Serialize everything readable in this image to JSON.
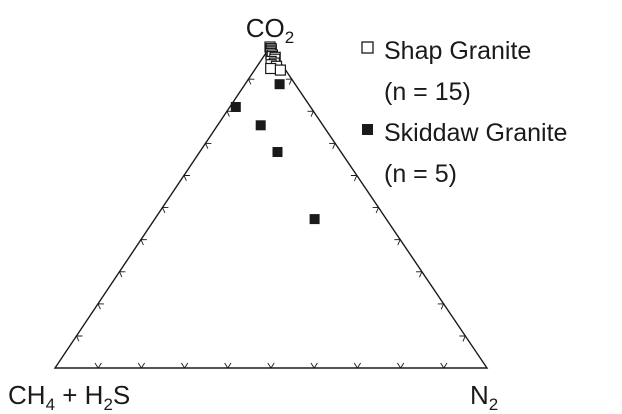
{
  "chart_data": {
    "type": "scatter",
    "coordinate_system": "ternary",
    "vertices": {
      "top": {
        "base": "CO",
        "sub": "2"
      },
      "left": {
        "parts": [
          {
            "base": "CH",
            "sub": "4"
          },
          {
            "base": " + H",
            "sub": "2"
          },
          {
            "base": "S",
            "sub": ""
          }
        ]
      },
      "right": {
        "base": "N",
        "sub": "2"
      }
    },
    "tick_fractions": [
      0.1,
      0.2,
      0.3,
      0.4,
      0.5,
      0.6,
      0.7,
      0.8,
      0.9
    ],
    "legend": {
      "placement": "top-right"
    },
    "series": [
      {
        "name": "Shap Granite",
        "count_label": "(n = 15)",
        "marker": "open-square",
        "color": "#1a1a1a",
        "points": [
          {
            "co2": 1.0,
            "n2": 0.0
          },
          {
            "co2": 0.995,
            "n2": 0.005
          },
          {
            "co2": 0.99,
            "n2": 0.008
          },
          {
            "co2": 0.985,
            "n2": 0.01
          },
          {
            "co2": 0.98,
            "n2": 0.012
          },
          {
            "co2": 0.975,
            "n2": 0.018
          },
          {
            "co2": 0.97,
            "n2": 0.02
          },
          {
            "co2": 0.968,
            "n2": 0.028
          },
          {
            "co2": 0.962,
            "n2": 0.03
          },
          {
            "co2": 0.955,
            "n2": 0.025
          },
          {
            "co2": 0.95,
            "n2": 0.035
          },
          {
            "co2": 0.945,
            "n2": 0.03
          },
          {
            "co2": 0.94,
            "n2": 0.045
          },
          {
            "co2": 0.933,
            "n2": 0.035
          },
          {
            "co2": 0.928,
            "n2": 0.06
          }
        ]
      },
      {
        "name": "Skiddaw Granite",
        "count_label": "(n = 5)",
        "marker": "filled-square",
        "color": "#1a1a1a",
        "points": [
          {
            "co2": 0.884,
            "n2": 0.08
          },
          {
            "co2": 0.813,
            "n2": 0.014
          },
          {
            "co2": 0.756,
            "n2": 0.1
          },
          {
            "co2": 0.673,
            "n2": 0.18
          },
          {
            "co2": 0.464,
            "n2": 0.37
          }
        ]
      }
    ]
  }
}
